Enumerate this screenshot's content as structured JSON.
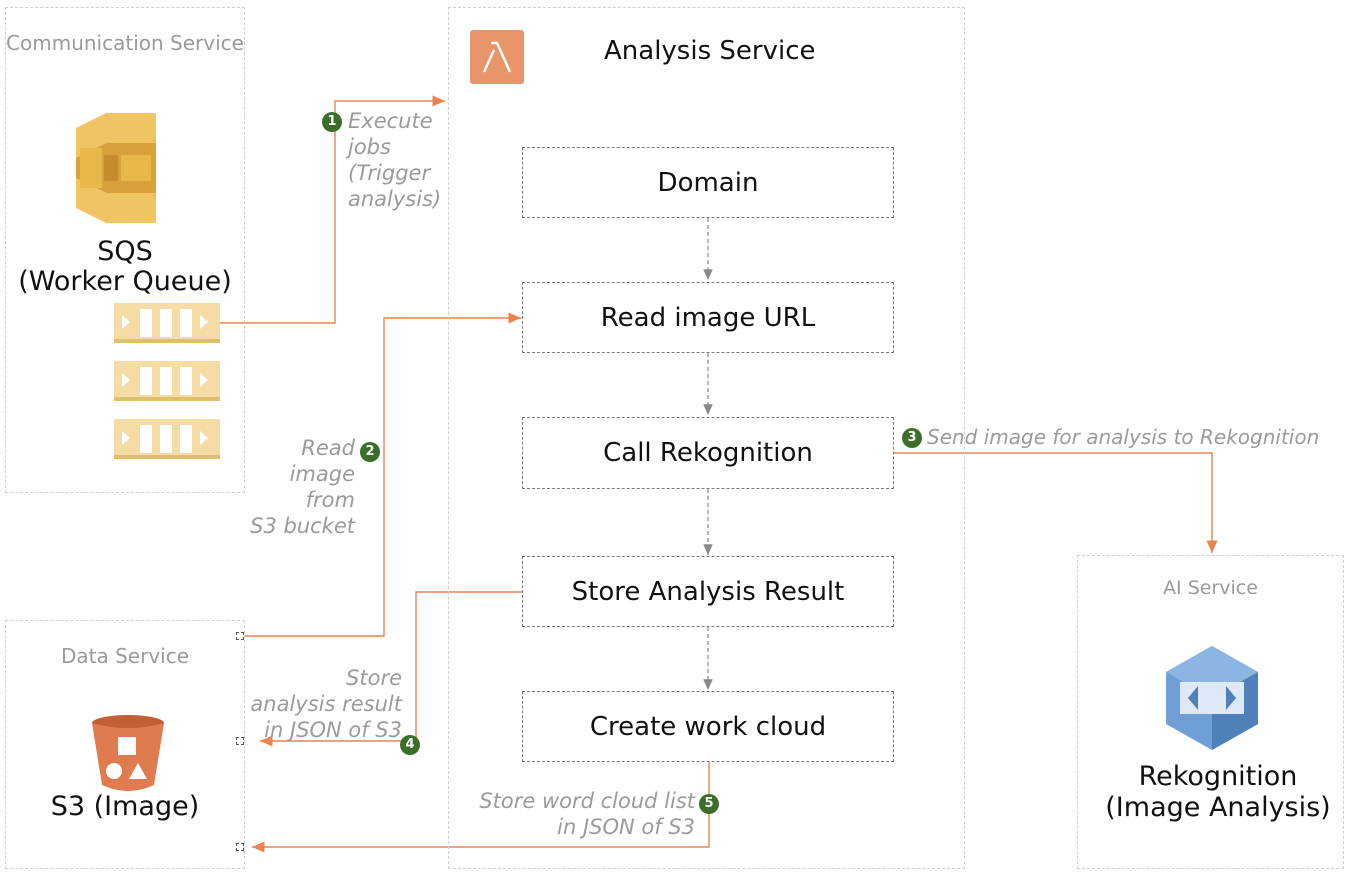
{
  "groups": {
    "communication": "Communication Service",
    "analysis": "Analysis Service",
    "data": "Data Service",
    "ai": "AI Service"
  },
  "services": {
    "sqs": {
      "name": "SQS",
      "subtitle": "(Worker Queue)",
      "icon": "sqs-icon",
      "color": "#e8b84b"
    },
    "s3": {
      "name": "S3 (Image)",
      "icon": "s3-bucket-icon",
      "color": "#e07b4f"
    },
    "rekognition": {
      "name": "Rekognition",
      "subtitle": "(Image Analysis)",
      "icon": "rekognition-icon",
      "color": "#5b8fc9"
    },
    "lambda": {
      "icon": "lambda-icon",
      "color": "#e8956a"
    }
  },
  "steps": [
    "Domain",
    "Read image URL",
    "Call Rekognition",
    "Store Analysis Result",
    "Create work cloud"
  ],
  "flows": [
    {
      "num": "1",
      "lines": [
        "Execute",
        "jobs",
        "(Trigger",
        "analysis)"
      ]
    },
    {
      "num": "2",
      "lines": [
        "Read",
        "image",
        "from",
        "S3 bucket"
      ]
    },
    {
      "num": "3",
      "lines": [
        "Send image for analysis to Rekognition"
      ]
    },
    {
      "num": "4",
      "lines": [
        "Store",
        "analysis result",
        "in JSON of S3"
      ]
    },
    {
      "num": "5",
      "lines": [
        "Store word cloud list",
        "in JSON of S3"
      ]
    }
  ],
  "colors": {
    "arrow": "#e8844f",
    "badge": "#3b6e2a",
    "flow_text": "#9b9b9b"
  }
}
